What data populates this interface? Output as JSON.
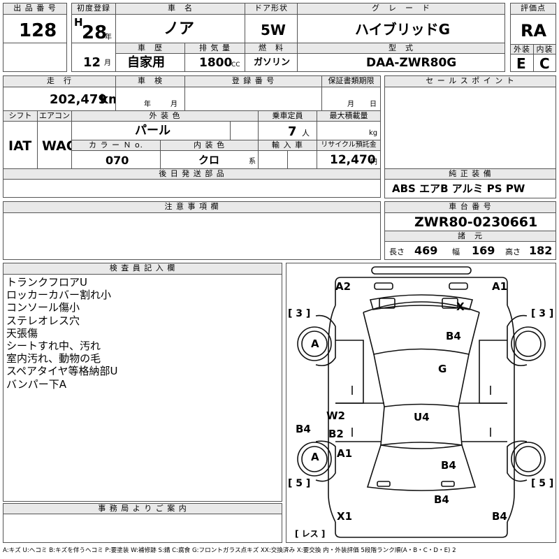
{
  "headers": {
    "lot_no": "出 品 番 号",
    "first_reg": "初度登録",
    "car_name": "車　名",
    "door": "ドア形状",
    "grade": "グ　レ　ー　ド",
    "rating": "評価点",
    "history": "車　歴",
    "displacement": "排 気 量",
    "fuel": "燃　料",
    "model": "型　式",
    "exterior": "外装",
    "interior": "内装",
    "mileage": "走　行",
    "inspection": "車　検",
    "plate": "登 録 番 号",
    "warranty": "保証書類期限",
    "sales_point": "セ ー ル ス ポ イ ン ト",
    "shift": "シフト",
    "aircon": "エアコン",
    "ext_color": "外 装 色",
    "capacity": "乗車定員",
    "max_load": "最大積載量",
    "color_no": "カ ラ ー Ｎ o.",
    "int_color": "内 装 色",
    "import": "輸 入 車",
    "recycle": "リサイクル預託金",
    "later_parts": "後 日 発 送 部 品",
    "equipment": "純 正 装 備",
    "notes": "注 意 事 項 欄",
    "chassis": "車 台 番 号",
    "specs": "諸　元",
    "inspector": "検 査 員 記 入 欄",
    "office": "事 務 局 よ り ご 案 内"
  },
  "vehicle": {
    "lot_no": "128",
    "era": "H",
    "year": "28",
    "year_unit": "年",
    "month": "12",
    "month_unit": "月",
    "car_name": "ノア",
    "door": "5W",
    "grade": "ハイブリッドG",
    "score": "RA",
    "history": "自家用",
    "displacement": "1800",
    "displacement_unit": "CC",
    "fuel": "ガソリン",
    "model": "DAA-ZWR80G",
    "exterior_grade": "E",
    "interior_grade": "C",
    "mileage": "202,479",
    "mileage_unit": "km",
    "insp_year": "年",
    "insp_month": "月",
    "warr_month": "月",
    "warr_day": "日",
    "shift": "IAT",
    "aircon": "WAC",
    "ext_color": "パール",
    "capacity": "7",
    "capacity_unit": "人",
    "load_unit": "kg",
    "color_no": "070",
    "int_color": "クロ",
    "int_color_suffix": "系",
    "recycle": "12,470",
    "recycle_unit": "円",
    "equipment": "ABS エアB アルミ PS PW",
    "chassis_no": "ZWR80-0230661",
    "length_label": "長さ",
    "length": "469",
    "width_label": "幅",
    "width": "169",
    "height_label": "高さ",
    "height": "182"
  },
  "inspector_notes": [
    "トランクフロアU",
    "ロッカーカバー割れ小",
    "コンソール傷小",
    "ステレオレス穴",
    "天張傷",
    "シートすれ中、汚れ",
    "室内汚れ、動物の毛",
    "スペアタイヤ等格納部U",
    "バンパー下A"
  ],
  "diagram": {
    "marks": [
      "A2",
      "A1",
      "X",
      "B4",
      "A",
      "A",
      "G",
      "W2",
      "B2",
      "U4",
      "B4",
      "A1",
      "B4",
      "B4",
      "X1",
      "B4"
    ],
    "brackets": [
      "[ 3 ]",
      "[ 3 ]",
      "[ 5 ]",
      "[ 5 ]"
    ],
    "spare_label": "[ レス ]"
  },
  "legend": "A:キズ U:ヘコミ B:キズを伴うヘコミ P:要塗装 W:補修跡 S:錆 C:腐食 G:フロントガラス点キズ XX:交換済み X:要交換 内・外装評価 5段階ランク順(A・B・C・D・E) 2"
}
